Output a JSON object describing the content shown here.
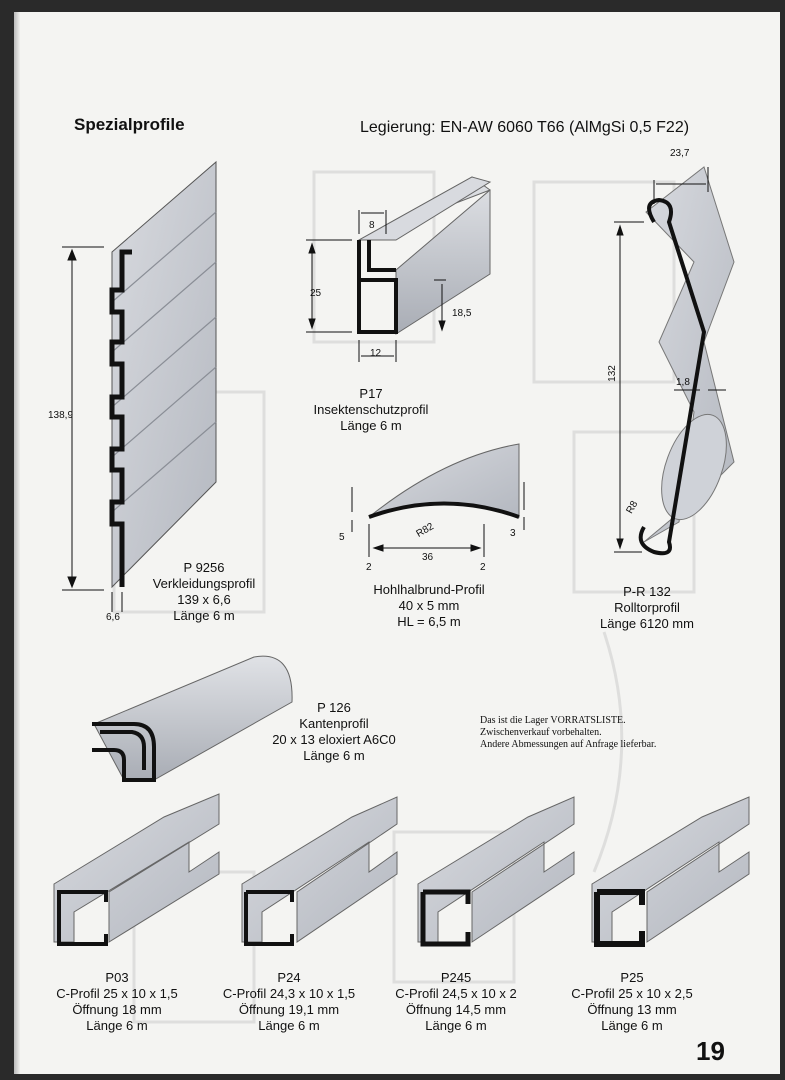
{
  "header": {
    "title": "Spezialprofile",
    "alloy": "Legierung: EN-AW 6060 T66 (AlMgSi 0,5 F22)"
  },
  "products": {
    "p9256": {
      "code": "P 9256",
      "name": "Verkleidungsprofil",
      "size": "139 x 6,6",
      "length": "Länge 6 m",
      "dim_height": "138,9",
      "dim_depth": "6,6"
    },
    "p17": {
      "code": "P17",
      "name": "Insektenschutzprofil",
      "length": "Länge 6 m",
      "dim_top": "8",
      "dim_height": "25",
      "dim_inner": "18,5",
      "dim_width": "12"
    },
    "hohlhalbrund": {
      "name": "Hohlhalbrund-Profil",
      "size": "40 x 5 mm",
      "length": "HL = 6,5 m",
      "dim_h": "5",
      "dim_r": "R82",
      "dim_w": "36",
      "dim_edge_l": "2",
      "dim_edge_r": "2",
      "dim_t": "3"
    },
    "pr132": {
      "code": "P-R 132",
      "name": "Rolltorprofil",
      "length": "Länge 6120 mm",
      "dim_top": "23,7",
      "dim_height": "132",
      "dim_thick": "1,8",
      "dim_r": "R8"
    },
    "p126": {
      "code": "P 126",
      "name": "Kantenprofil",
      "size": "20 x 13 eloxiert A6C0",
      "length": "Länge 6 m"
    },
    "p03": {
      "code": "P03",
      "name": "C-Profil 25 x 10 x 1,5",
      "opening": "Öffnung 18 mm",
      "length": "Länge 6 m"
    },
    "p24": {
      "code": "P24",
      "name": "C-Profil 24,3 x 10 x 1,5",
      "opening": "Öffnung 19,1 mm",
      "length": "Länge 6 m"
    },
    "p245": {
      "code": "P245",
      "name": "C-Profil 24,5 x 10 x 2",
      "opening": "Öffnung 14,5 mm",
      "length": "Länge 6 m"
    },
    "p25": {
      "code": "P25",
      "name": "C-Profil 25 x 10 x 2,5",
      "opening": "Öffnung 13 mm",
      "length": "Länge 6 m"
    }
  },
  "note": {
    "line1": "Das ist die Lager VORRATSLISTE.",
    "line2": "Zwischenverkauf vorbehalten.",
    "line3": "Andere Abmessungen auf Anfrage lieferbar."
  },
  "page_number": "19",
  "colors": {
    "profile_face": "#c9ccd2",
    "profile_edge": "#111111",
    "paper": "#f4f4f2"
  }
}
